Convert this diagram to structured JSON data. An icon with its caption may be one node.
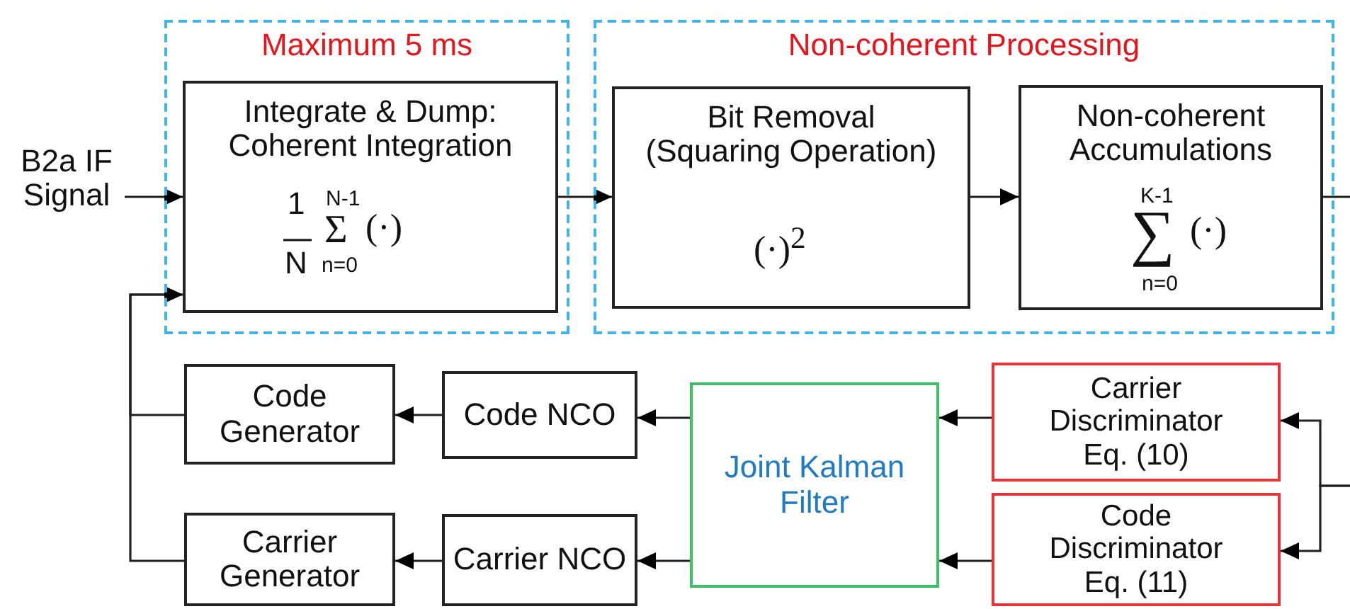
{
  "diagram": {
    "nodes": [
      {
        "text": [
          "Maximum 5 ms"
        ]
      },
      {
        "text": [
          "Integrate & Dump: Coherent Integration",
          "1",
          "N",
          "N-1",
          "Σ",
          "(·)",
          "n=0"
        ],
        "in": 0
      },
      {
        "text": [
          "Non-coherent Processing"
        ]
      },
      {
        "text": [
          "Bit Removal (Squaring Operation)",
          "(·)$^{2}$"
        ],
        "in": 2
      },
      {
        "text": [
          "Non-coherent Accumulations",
          "K-1",
          "∑",
          "(·)",
          "n=0"
        ],
        "in": 2
      },
      {
        "text": [
          "B2a IF Signal"
        ]
      },
      {
        "text": [
          "Code Generator"
        ]
      },
      {
        "text": [
          "Code NCO"
        ]
      },
      {
        "text": [
          "Joint Kalman Filter"
        ]
      },
      {
        "text": [
          "Carrier Discriminator Eq. (10)"
        ]
      },
      {
        "text": [
          "Carrier Generator"
        ]
      },
      {
        "text": [
          "Carrier NCO"
        ]
      },
      {
        "text": [
          "Code Discriminator Eq. (11)"
        ]
      }
    ],
    "edges": [
      {
        "from": 5,
        "to": 1,
        "arrow": "to"
      },
      {
        "from": 1,
        "to": 3,
        "arrow": "to"
      },
      {
        "from": 3,
        "to": 4,
        "arrow": "to"
      },
      {
        "from": 4,
        "to": null,
        "arrow": "none"
      },
      {
        "from": null,
        "to": 9,
        "arrow": "to"
      },
      {
        "from": null,
        "to": 12,
        "arrow": "to"
      },
      {
        "from": 9,
        "to": 8,
        "arrow": "to"
      },
      {
        "from": 12,
        "to": 8,
        "arrow": "to"
      },
      {
        "from": 8,
        "to": 7,
        "arrow": "to"
      },
      {
        "from": 8,
        "to": 11,
        "arrow": "to"
      },
      {
        "from": 7,
        "to": 6,
        "arrow": "to"
      },
      {
        "from": 11,
        "to": 10,
        "arrow": "to"
      },
      {
        "from": 6,
        "to": 1,
        "arrow": "to"
      },
      {
        "from": 10,
        "to": 1,
        "arrow": "to"
      }
    ]
  }
}
